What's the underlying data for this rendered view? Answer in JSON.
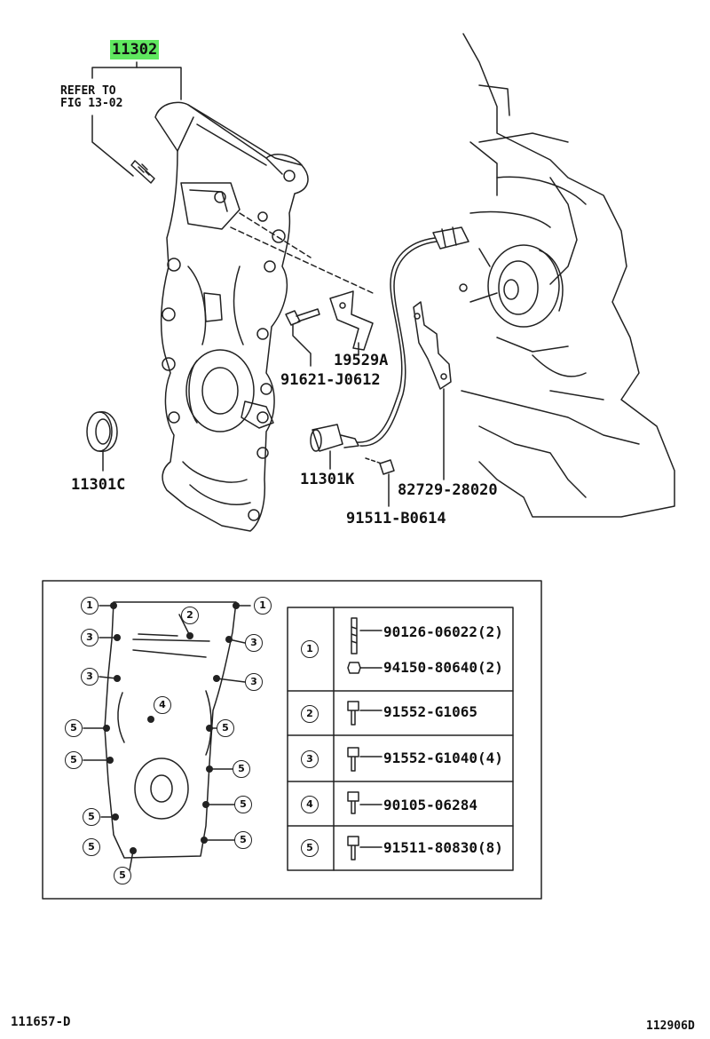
{
  "callouts": {
    "main_part": "11302",
    "refer_line1": "REFER TO",
    "refer_line2": "FIG 13-02",
    "bracket": "19529A",
    "bolt": "91621-J0612",
    "oil_seal": "11301C",
    "sensor": "11301K",
    "clamp": "82729-28020",
    "sensor_bolt": "91511-B0614"
  },
  "bolt_table": {
    "rows": [
      {
        "ref": "1",
        "parts": [
          {
            "number": "90126-06022",
            "qty": "(2)"
          },
          {
            "number": "94150-80640",
            "qty": "(2)"
          }
        ]
      },
      {
        "ref": "2",
        "parts": [
          {
            "number": "91552-G1065",
            "qty": ""
          }
        ]
      },
      {
        "ref": "3",
        "parts": [
          {
            "number": "91552-G1040",
            "qty": "(4)"
          }
        ]
      },
      {
        "ref": "4",
        "parts": [
          {
            "number": "90105-06284",
            "qty": ""
          }
        ]
      },
      {
        "ref": "5",
        "parts": [
          {
            "number": "91511-80830",
            "qty": "(8)"
          }
        ]
      }
    ]
  },
  "location_markers": {
    "left_top": [
      "1",
      "3",
      "3"
    ],
    "left_bottom": [
      "5",
      "5",
      "5",
      "5"
    ],
    "center": [
      "2",
      "4"
    ],
    "right_top": [
      "1",
      "3",
      "3"
    ],
    "right_bottom": [
      "5",
      "5",
      "5",
      "5"
    ],
    "bottom": "5"
  },
  "footer": {
    "left_code": "111657-D",
    "right_code": "112906D"
  },
  "colors": {
    "highlight": "#5fe85f",
    "line": "#222222"
  }
}
